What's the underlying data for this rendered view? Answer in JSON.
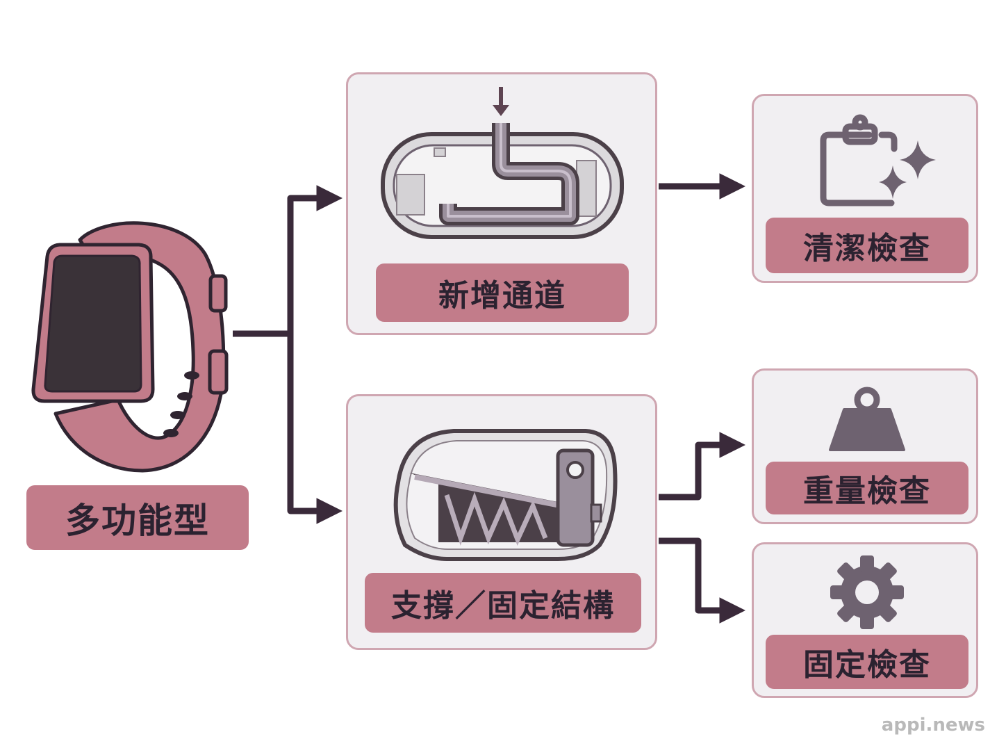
{
  "root": {
    "label": "多功能型",
    "icon": "smartwatch-icon"
  },
  "branches": [
    {
      "label": "新增通道",
      "icon": "internal-channel-icon",
      "checks": [
        {
          "label": "清潔檢查",
          "icon": "clipboard-sparkle-icon"
        }
      ]
    },
    {
      "label": "支撐／固定結構",
      "icon": "support-structure-icon",
      "checks": [
        {
          "label": "重量檢查",
          "icon": "weight-icon"
        },
        {
          "label": "固定檢查",
          "icon": "gear-icon"
        }
      ]
    }
  ],
  "watermark": "appi.news",
  "colors": {
    "accent": "#c27c8a",
    "dark": "#3a2a3a",
    "icon": "#6e6270",
    "card_bg": "#f1eff2",
    "card_border": "#cfa6b1"
  }
}
